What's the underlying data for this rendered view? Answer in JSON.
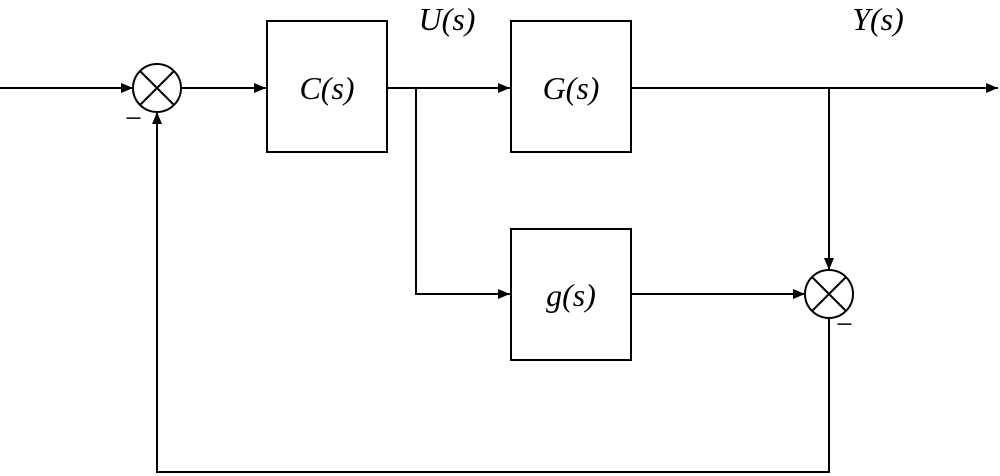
{
  "blocks": {
    "controller": "C(s)",
    "plant": "G(s)",
    "model": "g(s)"
  },
  "signals": {
    "control": "U(s)",
    "output": "Y(s)"
  },
  "signs": {
    "sum1_feedback": "−",
    "sum2_model": "−"
  }
}
